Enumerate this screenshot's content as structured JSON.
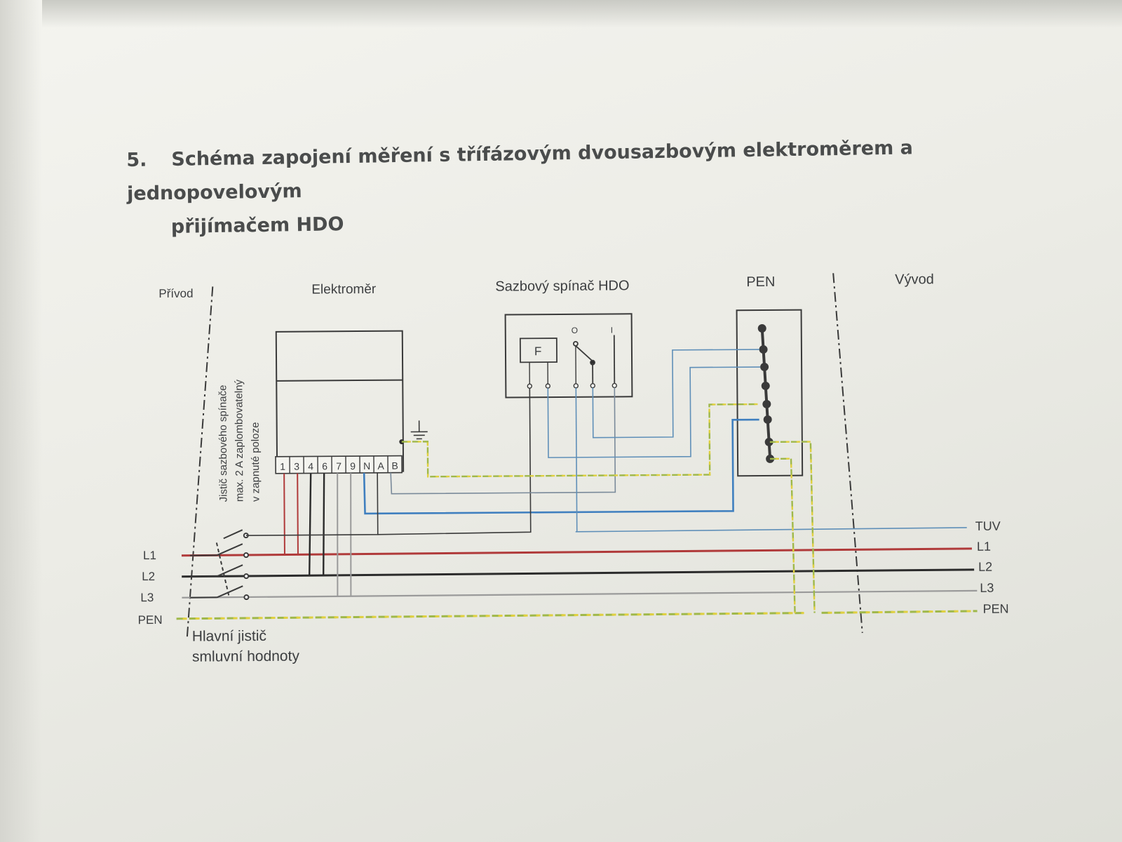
{
  "heading": {
    "number": "5.",
    "line1": "Schéma zapojení měření s třífázovým dvousazbovým elektroměrem a jednopovelovým",
    "line2": "přijímačem HDO"
  },
  "labels": {
    "privod": "Přívod",
    "elektromer": "Elektroměr",
    "sazbovy": "Sazbový spínač HDO",
    "pen_box": "PEN",
    "vyvod": "Vývod",
    "jistic_line1": "Jistič sazbového spínače",
    "jistic_line2": "max. 2 A zaplombovatelný",
    "jistic_line3": "v zapnuté poloze",
    "hlavni_line1": "Hlavní jistič",
    "hlavni_line2": "smluvní hodnoty",
    "relay_f": "F",
    "switch_o": "O",
    "switch_i": "I"
  },
  "terminals": [
    "1",
    "3",
    "4",
    "6",
    "7",
    "9",
    "N",
    "A",
    "B"
  ],
  "lines_left": [
    "L1",
    "L2",
    "L3",
    "PEN"
  ],
  "lines_right": [
    "TUV",
    "L1",
    "L2",
    "L3",
    "PEN"
  ],
  "colors": {
    "l1": "#b03a3a",
    "l2": "#2b2b2b",
    "l3": "#9a9a9a",
    "blue": "#3f7fbf",
    "thin_blue": "#5f8fb8",
    "pen_green": "#9fb84a",
    "pen_yellow": "#e0d040",
    "outline": "#3a3a3a"
  }
}
